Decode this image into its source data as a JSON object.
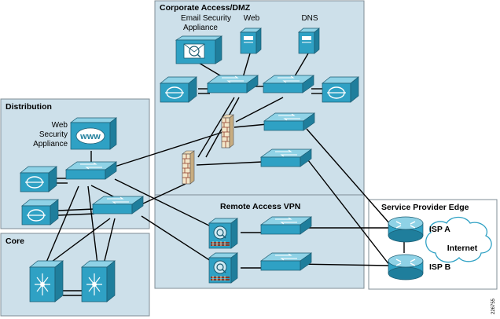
{
  "zones": {
    "dmz": "Corporate Access/DMZ",
    "distribution": "Distribution",
    "core": "Core",
    "vpn": "Remote Access VPN",
    "spe": "Service Provider Edge"
  },
  "devices": {
    "email_line1": "Email Security",
    "email_line2": "Appliance",
    "web": "Web",
    "dns": "DNS",
    "wsa_line1": "Web",
    "wsa_line2": "Security",
    "wsa_line3": "Appliance",
    "isp_a": "ISP A",
    "isp_b": "ISP B",
    "internet": "Internet",
    "wsa_icon_text": "www"
  },
  "figure_id": "226755",
  "colors": {
    "zone_fill": "#cde0ea",
    "zone_stroke": "#7f8c95",
    "device": "#2fa1c4",
    "device_dark": "#1f7e9c",
    "device_light": "#8fd2e6"
  }
}
